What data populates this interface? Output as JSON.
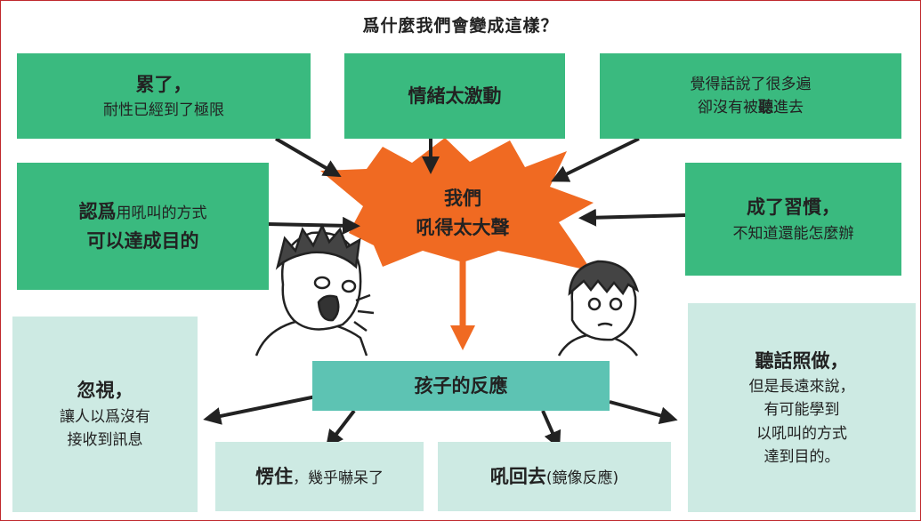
{
  "title": "爲什麼我們會變成這樣？",
  "causes": {
    "tired_head": "累了，",
    "tired_sub": "耐性已經到了極限",
    "emotion": "情緒太激動",
    "unheard_line1": "覺得話說了很多遍",
    "unheard_line2a": "卻沒有被",
    "unheard_line2b": "聽",
    "unheard_line2c": "進去",
    "method_line1a": "認爲",
    "method_line1b": "用吼叫的方式",
    "method_line2": "可以達成目的",
    "habit_head": "成了習慣，",
    "habit_sub": "不知道還能怎麼辦"
  },
  "center": {
    "line1": "我們",
    "line2": "吼得太大聲"
  },
  "reaction_title": "孩子的反應",
  "reactions": {
    "ignore_head": "忽視，",
    "ignore_line1": "讓人以爲沒有",
    "ignore_line2": "接收到訊息",
    "stunned_head": "愣住",
    "stunned_sub": "，幾乎嚇呆了",
    "yell_back_head": "吼回去",
    "yell_back_sub": "(鏡像反應)",
    "obey_head": "聽話照做，",
    "obey_line1": "但是長遠來說，",
    "obey_line2": "有可能學到",
    "obey_line3": "以吼叫的方式",
    "obey_line4": "達到目的。"
  },
  "colors": {
    "cause_box": "#3aba7f",
    "reaction_box": "#cdeae3",
    "reaction_title_box": "#5dc3b3",
    "burst": "#f06a22",
    "arrow": "#222222",
    "frame": "#c0282d"
  }
}
